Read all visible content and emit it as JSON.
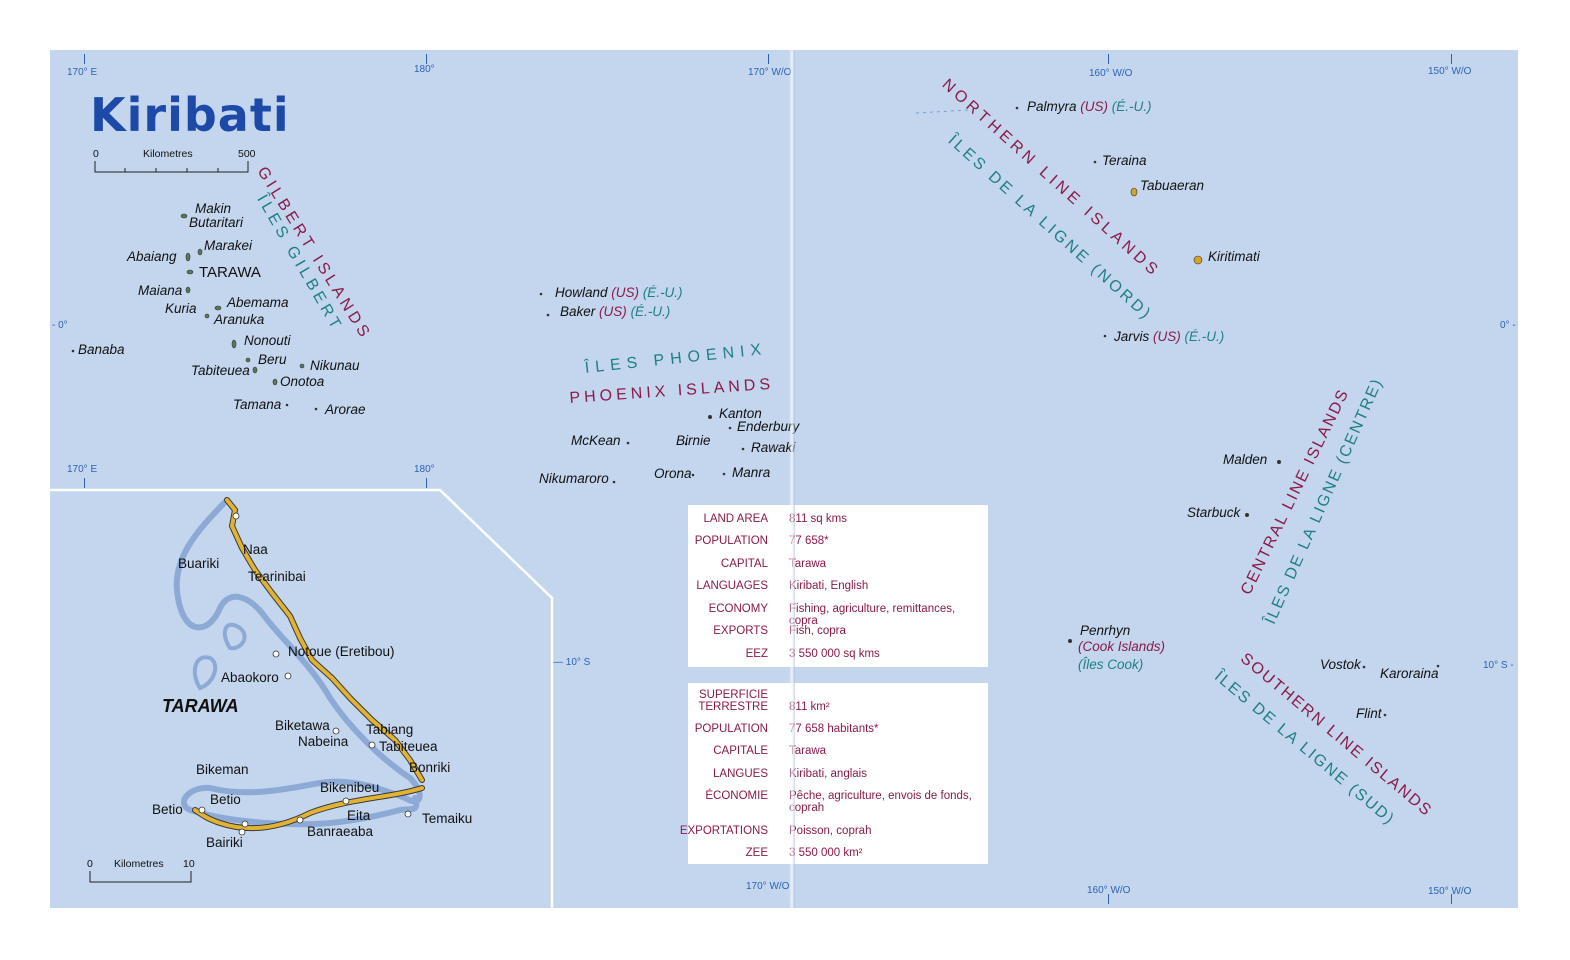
{
  "title": "Kiribati",
  "coords": {
    "top": [
      "170° E",
      "180°",
      "170° W/O",
      "160° W/O",
      "150° W/O"
    ],
    "inset_top": [
      "170° E",
      "180°"
    ],
    "bottom": [
      "170° W/O",
      "160° W/O",
      "150° W/O"
    ],
    "left": [
      "- 0°"
    ],
    "right": [
      "0° -",
      "10° S -"
    ],
    "mid": "— 10° S"
  },
  "scale_main": {
    "start": "0",
    "label": "Kilometres",
    "end": "500"
  },
  "scale_inset": {
    "start": "0",
    "label": "Kilometres",
    "end": "10"
  },
  "regions": {
    "gilbert_en": "GILBERT ISLANDS",
    "gilbert_fr": "ÎLES GILBERT",
    "phoenix_fr": "ÎLES PHOENIX",
    "phoenix_en": "PHOENIX ISLANDS",
    "north_en": "NORTHERN LINE ISLANDS",
    "north_fr": "ÎLES DE LA LIGNE (NORD)",
    "central_en": "CENTRAL LINE ISLANDS",
    "central_fr": "ÎLES DE LA LIGNE (CENTRE)",
    "south_en": "SOUTHERN LINE ISLANDS",
    "south_fr": "ÎLES DE LA LIGNE (SUD)"
  },
  "places": {
    "makin": "Makin",
    "butaritari": "Butaritari",
    "marakei": "Marakei",
    "abaiang": "Abaiang",
    "tarawa": "TARAWA",
    "maiana": "Maiana",
    "abemama": "Abemama",
    "kuria": "Kuria",
    "aranuka": "Aranuka",
    "banaba": "Banaba",
    "nonouti": "Nonouti",
    "beru": "Beru",
    "nikunau": "Nikunau",
    "tabiteuea": "Tabiteuea",
    "onotoa": "Onotoa",
    "tamana": "Tamana",
    "arorae": "Arorae",
    "howland": "Howland",
    "baker": "Baker",
    "kanton": "Kanton",
    "enderbury": "Enderbury",
    "mckean": "McKean",
    "birnie": "Birnie",
    "rawaki": "Rawaki",
    "nikumaroro": "Nikumaroro",
    "orona": "Orona",
    "manra": "Manra",
    "palmyra": "Palmyra",
    "teraina": "Teraina",
    "tabuaeran": "Tabuaeran",
    "kiritimati": "Kiritimati",
    "jarvis": "Jarvis",
    "malden": "Malden",
    "starbuck": "Starbuck",
    "penrhyn": "Penrhyn",
    "cook_en": "(Cook Islands)",
    "cook_fr": "(Îles Cook)",
    "vostok": "Vostok",
    "caroline": "Karoraina",
    "flint": "Flint",
    "us": "(US)",
    "eu": "(É.-U.)"
  },
  "tarawa_inset": {
    "title": "TARAWA",
    "labels": {
      "naa": "Naa",
      "buariki": "Buariki",
      "tearinibai": "Tearinibai",
      "notoue": "Notoue (Eretibou)",
      "abaokoro": "Abaokoro",
      "biketawa": "Biketawa",
      "tabiang": "Tabiang",
      "nabeina": "Nabeina",
      "tabiteuea": "Tabiteuea",
      "bonriki": "Bonriki",
      "bikeman": "Bikeman",
      "bikenibeu": "Bikenibeu",
      "betio_a": "Betio",
      "betio_b": "Betio",
      "eita": "Eita",
      "temaiku": "Temaiku",
      "banraeaba": "Banraeaba",
      "bairiki": "Bairiki"
    }
  },
  "facts_en": [
    {
      "label": "LAND AREA",
      "value": "811 sq kms"
    },
    {
      "label": "POPULATION",
      "value": "77 658*"
    },
    {
      "label": "CAPITAL",
      "value": "Tarawa"
    },
    {
      "label": "LANGUAGES",
      "value": "Kiribati, English"
    },
    {
      "label": "ECONOMY",
      "value": "Fishing, agriculture, remittances, copra"
    },
    {
      "label": "EXPORTS",
      "value": "Fish, copra"
    },
    {
      "label": "EEZ",
      "value": "3 550 000 sq kms"
    }
  ],
  "facts_fr": [
    {
      "label": "SUPERFICIE TERRESTRE",
      "value": "811 km²"
    },
    {
      "label": "POPULATION",
      "value": "77 658 habitants*"
    },
    {
      "label": "CAPITALE",
      "value": "Tarawa"
    },
    {
      "label": "LANGUES",
      "value": "Kiribati, anglais"
    },
    {
      "label": "ÉCONOMIE",
      "value": "Pêche, agriculture, envois de fonds, coprah"
    },
    {
      "label": "EXPORTATIONS",
      "value": "Poisson, coprah"
    },
    {
      "label": "ZEE",
      "value": "3 550 000  km²"
    }
  ],
  "colors": {
    "sea": "#c3d6ee",
    "title": "#1d4aa8",
    "region_magenta": "#8b1a4a",
    "region_teal": "#1f7f84",
    "atoll": "#e2b333",
    "reef": "#7f9fd0"
  }
}
